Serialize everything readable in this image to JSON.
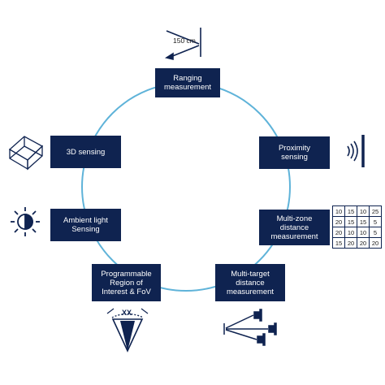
{
  "diagram": {
    "center_label": "",
    "nodes": [
      {
        "id": "ranging",
        "label": "Ranging\nmeasurement"
      },
      {
        "id": "proximity",
        "label": "Proximity\nsensing"
      },
      {
        "id": "multizone",
        "label": "Multi-zone\ndistance\nmeasurement"
      },
      {
        "id": "multitarget",
        "label": "Multi-target\ndistance\nmeasurement"
      },
      {
        "id": "roi",
        "label": "Programmable\nRegion of\nInterest & FoV"
      },
      {
        "id": "ambient",
        "label": "Ambient light\nSensing"
      },
      {
        "id": "sensing3d",
        "label": "3D sensing"
      }
    ],
    "ranging_distance_label": "150 cm",
    "fov_label": "XX",
    "multizone_grid": [
      [
        "10",
        "15",
        "10",
        "25"
      ],
      [
        "20",
        "15",
        "15",
        "5"
      ],
      [
        "20",
        "10",
        "10",
        "5"
      ],
      [
        "15",
        "20",
        "20",
        "20"
      ]
    ],
    "colors": {
      "box_fill": "#0f2350",
      "box_text": "#ffffff",
      "ring": "#5fb3d9",
      "icon": "#0f2350"
    },
    "icons": [
      "ranging-arrow-icon",
      "proximity-waves-icon",
      "multitarget-arrows-icon",
      "fov-cone-icon",
      "sun-half-icon",
      "cube-wireframe-icon"
    ]
  }
}
